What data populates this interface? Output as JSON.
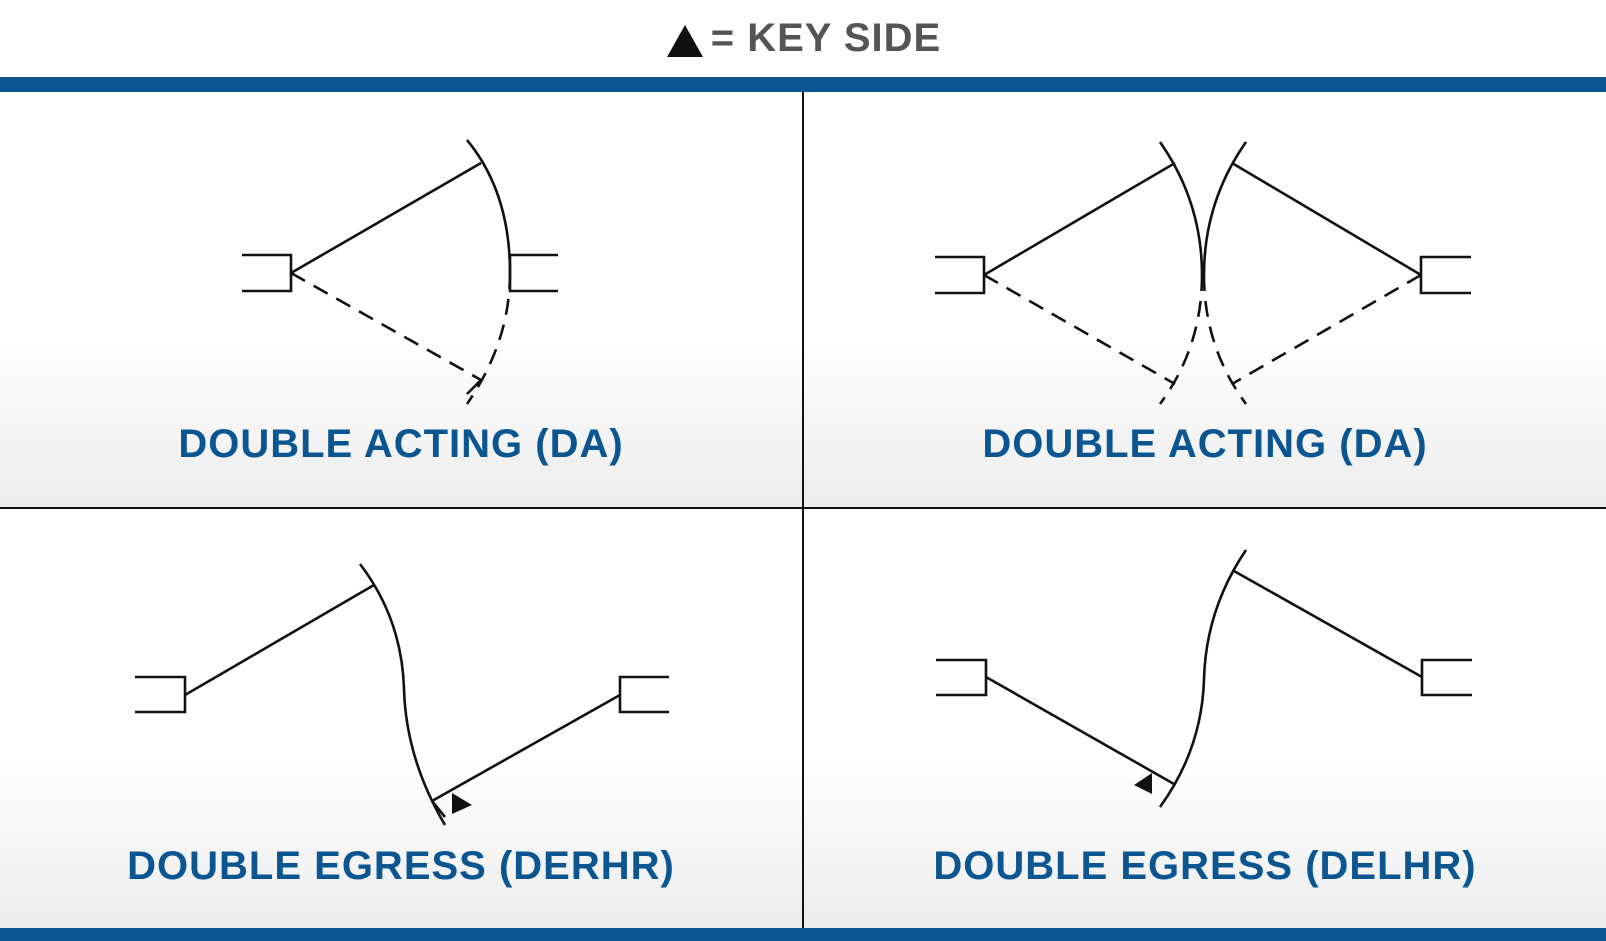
{
  "legend": {
    "icon": "key-side-triangle-icon",
    "text": "= KEY SIDE"
  },
  "colors": {
    "brand_blue": "#0b5591",
    "legend_gray": "#555555"
  },
  "panels": [
    {
      "label": "DOUBLE ACTING (DA)"
    },
    {
      "label": "DOUBLE ACTING (DA)"
    },
    {
      "label": "DOUBLE EGRESS (DERHR)"
    },
    {
      "label": "DOUBLE EGRESS (DELHR)"
    }
  ]
}
